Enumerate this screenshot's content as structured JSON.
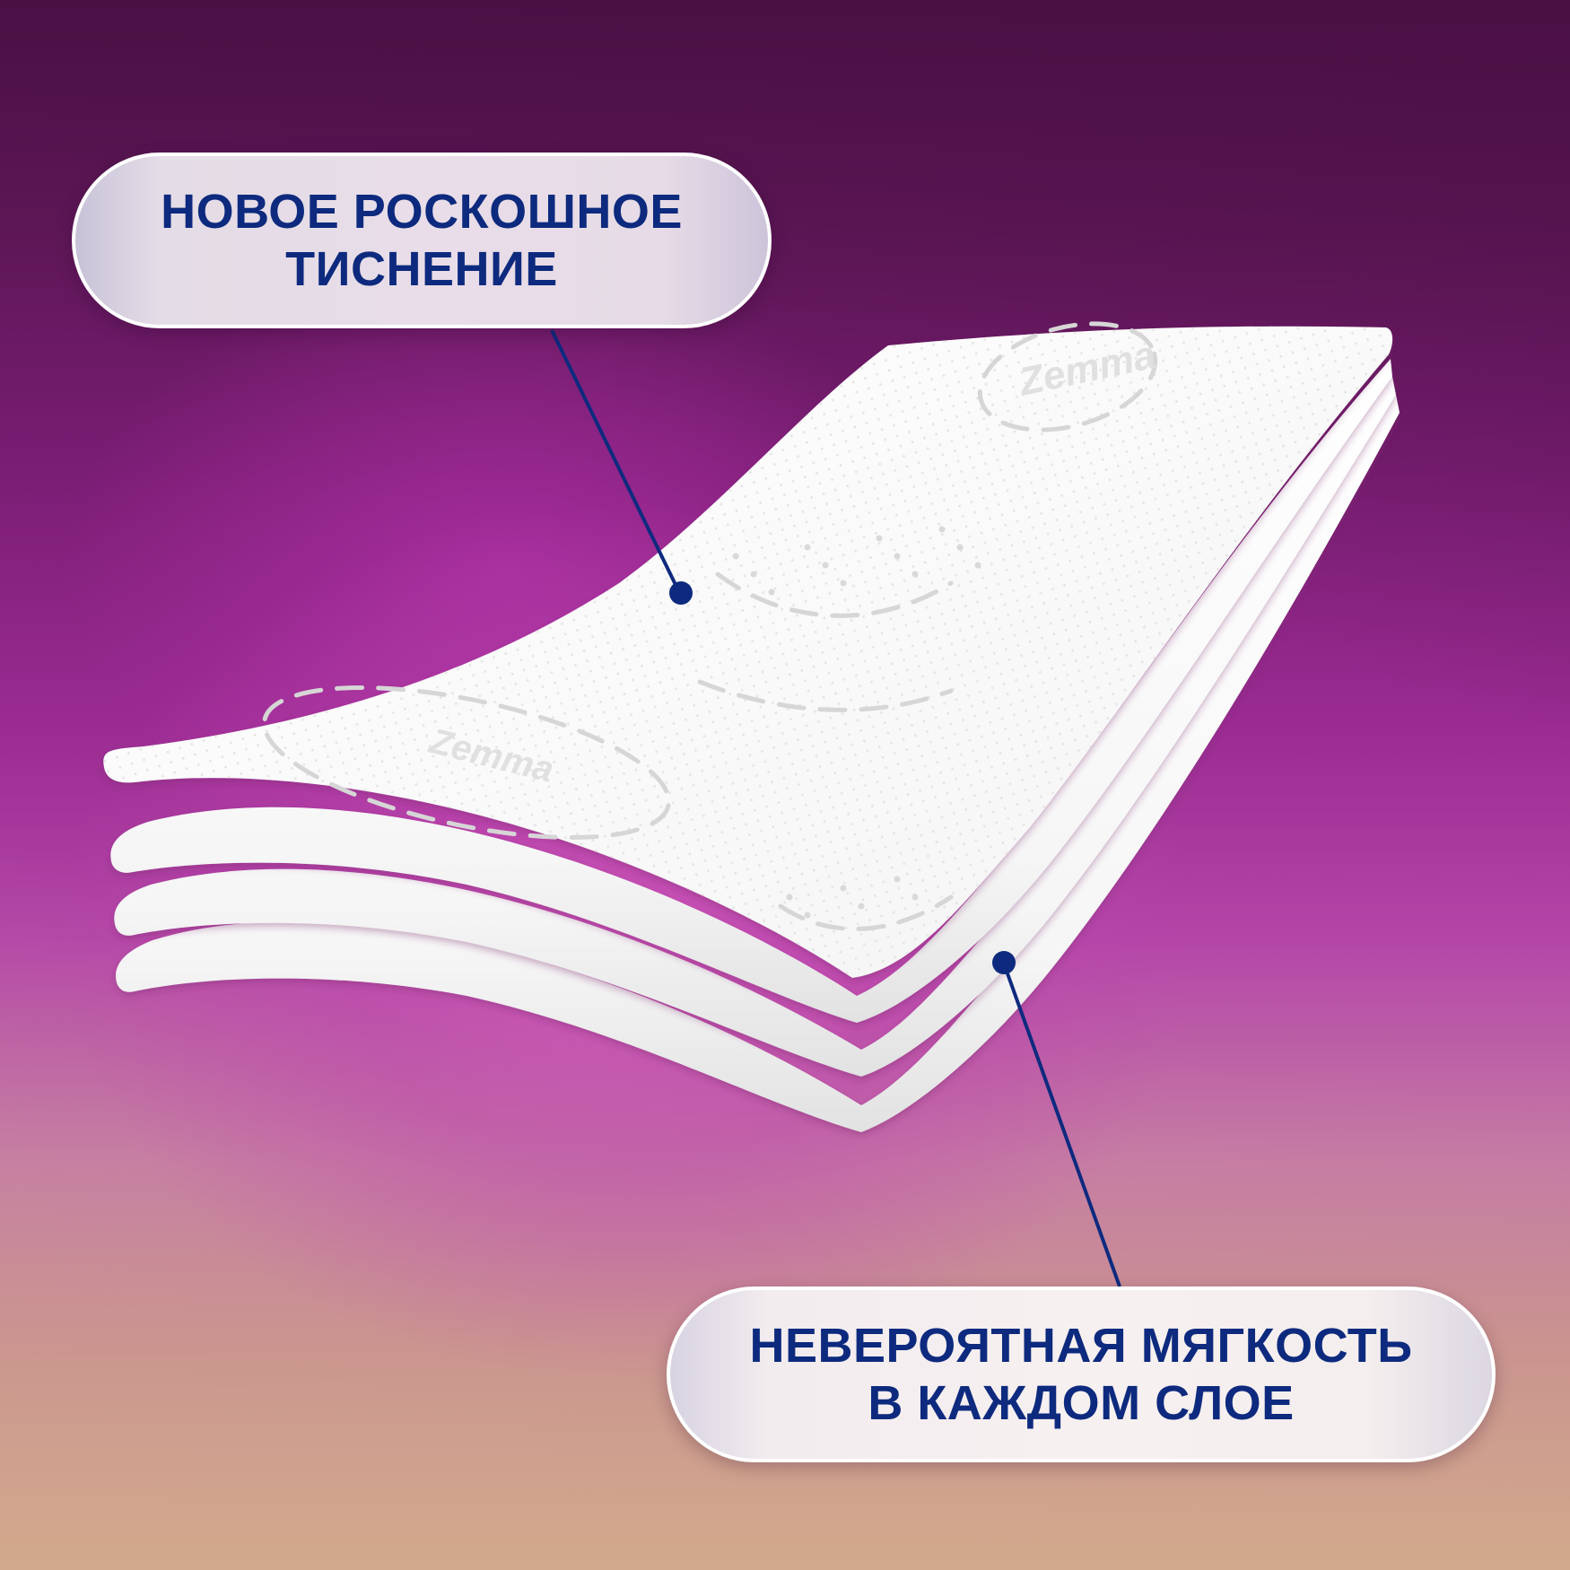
{
  "brand": {
    "name": "Zemma",
    "accent_color": "#0d2a7e",
    "background_top_color": "#4a1044",
    "background_mid_color": "#b446a8",
    "background_bottom_color": "#d2a98c"
  },
  "callouts": [
    {
      "id": "embossing",
      "line1": "НОВОЕ РОСКОШНОЕ",
      "line2": "ТИСНЕНИЕ"
    },
    {
      "id": "softness",
      "line1": "НЕВЕРОЯТНАЯ МЯГКОСТЬ",
      "line2": "В КАЖДОМ СЛОЕ"
    }
  ],
  "product": {
    "description": "layered embossed paper towel sheets",
    "layer_count": 4,
    "embossed_logo_text": "Zemma"
  }
}
